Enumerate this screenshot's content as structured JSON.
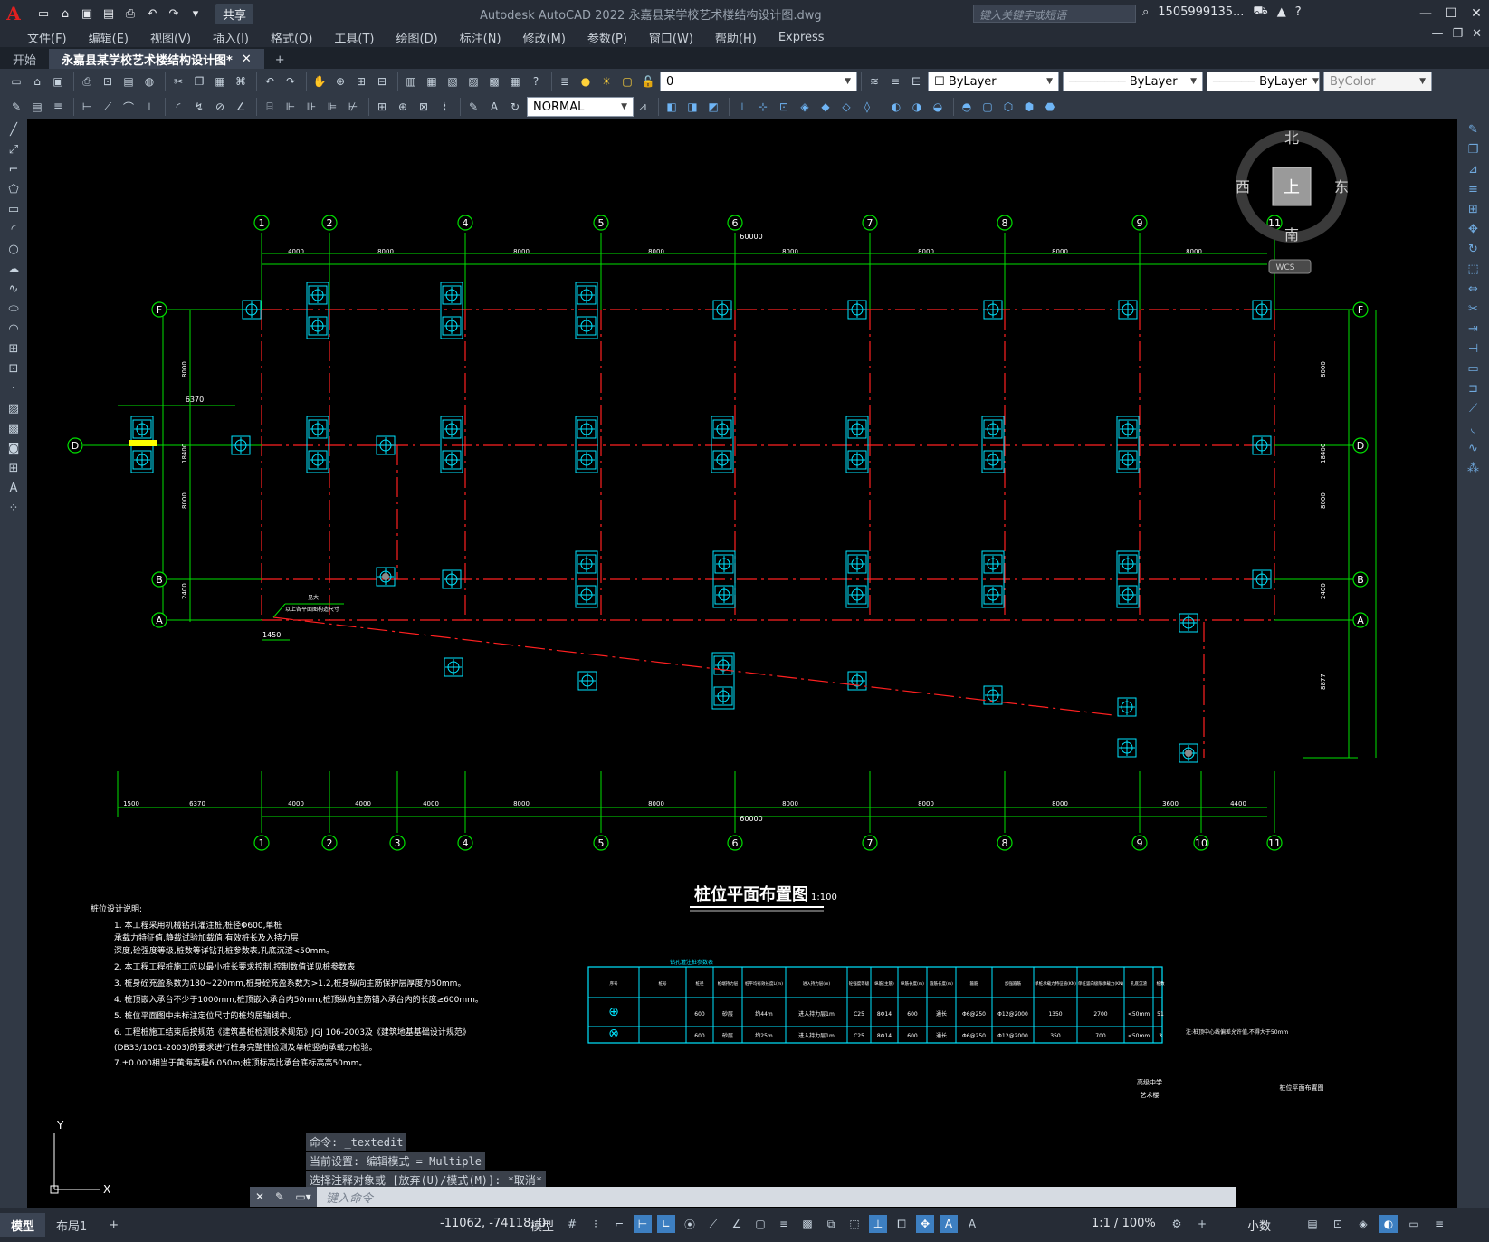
{
  "app": {
    "logo": "A",
    "title": "Autodesk AutoCAD 2022    永嘉县某学校艺术楼结构设计图.dwg",
    "share": "共享"
  },
  "search": {
    "placeholder": "键入关键字或短语"
  },
  "user": {
    "name": "1505999135..."
  },
  "menu": [
    "文件(F)",
    "编辑(E)",
    "视图(V)",
    "插入(I)",
    "格式(O)",
    "工具(T)",
    "绘图(D)",
    "标注(N)",
    "修改(M)",
    "参数(P)",
    "窗口(W)",
    "帮助(H)",
    "Express"
  ],
  "tabs": {
    "start": "开始",
    "doc": "永嘉县某学校艺术楼结构设计图*"
  },
  "toolbar": {
    "layer": "0",
    "color": "ByLayer",
    "linetype": "ByLayer",
    "lineweight": "ByLayer",
    "plotstyle": "ByColor",
    "dimstyle": "NORMAL"
  },
  "viewcube": {
    "north": "北",
    "south": "南",
    "east": "东",
    "west": "西",
    "top": "上",
    "wcs": "WCS"
  },
  "drawing": {
    "title": "桩位平面布置图",
    "scale": "1:100",
    "top_axes": [
      "1",
      "2",
      "4",
      "5",
      "6",
      "7",
      "8",
      "9",
      "11"
    ],
    "bottom_axes": [
      "1",
      "2",
      "3",
      "4",
      "5",
      "6",
      "7",
      "8",
      "9",
      "10",
      "11"
    ],
    "row_axes": [
      "F",
      "D",
      "B",
      "A"
    ],
    "top_dims": [
      "4000",
      "8000",
      "8000",
      "8000",
      "8000",
      "8000",
      "8000",
      "8000"
    ],
    "top_total": "60000",
    "bottom_dims": [
      "1500",
      "6370",
      "4000",
      "4000",
      "4000",
      "8000",
      "8000",
      "8000",
      "8000",
      "8000",
      "3600",
      "4400"
    ],
    "bottom_total": "60000",
    "left_dims": [
      "8000",
      "18400",
      "8000",
      "2400"
    ],
    "right_dims": [
      "8000",
      "18400",
      "8000",
      "2400",
      "8877"
    ],
    "left_offset": "6370",
    "small_dim": "1450",
    "note_label_1": "见大",
    "note_label_2": "以上各平面图构造尺寸"
  },
  "notes": {
    "heading": "桩位设计说明:",
    "lines": [
      "1. 本工程采用机械钻孔灌注桩,桩径Φ600,单桩",
      "   承载力特征值,静载试验加载值,有效桩长及入持力层",
      "   深度,砼强度等级,桩数等详钻孔桩参数表,孔底沉渣<50mm。",
      "2. 本工程工程桩施工应以最小桩长要求控制,控制数值详见桩参数表",
      "3. 桩身砼充盈系数为180~220mm,桩身砼充盈系数为>1.2,桩身纵向主筋保护层厚度为50mm。",
      "4. 桩顶嵌入承台不少于1000mm,桩顶嵌入承台内50mm,桩顶纵向主筋锚入承台内的长度≥600mm。",
      "5. 桩位平面图中未标注定位尺寸的桩均居轴线中。",
      "6. 工程桩施工结束后按规范《建筑基桩检测技术规范》JGJ 106-2003及《建筑地基基础设计规范》",
      "   (DB33/1001-2003)的要求进行桩身完整性检测及单桩竖向承载力检验。",
      "7.±0.000相当于黄海高程6.050m;桩顶标高比承台底标高高50mm。"
    ]
  },
  "table": {
    "caption": "钻孔灌注桩参数表",
    "headers": [
      "序号",
      "桩号",
      "桩径",
      "桩端持力层",
      "桩平均有效长度L(m)",
      "进入持力层(m)",
      "砼强度等级",
      "纵筋(主筋)",
      "纵筋长度(m)",
      "箍筋长度(m)",
      "箍筋",
      "加强箍筋",
      "单桩承载力特征值(KN)",
      "单桩竖向极限承载力(KN)",
      "孔底沉渣",
      "桩数"
    ],
    "rows": [
      [
        "⊕",
        "",
        "600",
        "砂层",
        "约44m",
        "进入持力层1m",
        "C25",
        "8Φ14",
        "600",
        "通长",
        "Φ6@250",
        "Φ12@2000",
        "1350",
        "2700",
        "<50mm",
        "51"
      ],
      [
        "⊗",
        "",
        "600",
        "砂层",
        "约25m",
        "进入持力层1m",
        "C25",
        "8Φ14",
        "600",
        "通长",
        "Φ6@250",
        "Φ12@2000",
        "350",
        "700",
        "<50mm",
        "3"
      ]
    ],
    "side_note": "注:桩顶中心线偏差允许值,不得大于50mm"
  },
  "title_block": {
    "school": "高级中学",
    "building": "艺术楼",
    "sheet": "桩位平面布置图"
  },
  "ucs": {
    "x": "X",
    "y": "Y"
  },
  "command": {
    "history": [
      "命令: _textedit",
      "当前设置: 编辑模式 = Multiple",
      "选择注释对象或 [放弃(U)/模式(M)]: *取消*"
    ],
    "placeholder": "键入命令"
  },
  "status": {
    "model_tab": "模型",
    "layout_tab": "布局1",
    "add": "+",
    "coords": "-11062, -74118, 0",
    "space": "模型",
    "scale": "1:1 / 100%",
    "units": "小数"
  },
  "colors": {
    "bg": "#000000",
    "axis": "#00ff00",
    "red_line": "#ff2020",
    "cyan": "#00e5ff",
    "highlight": "#ffff00"
  }
}
